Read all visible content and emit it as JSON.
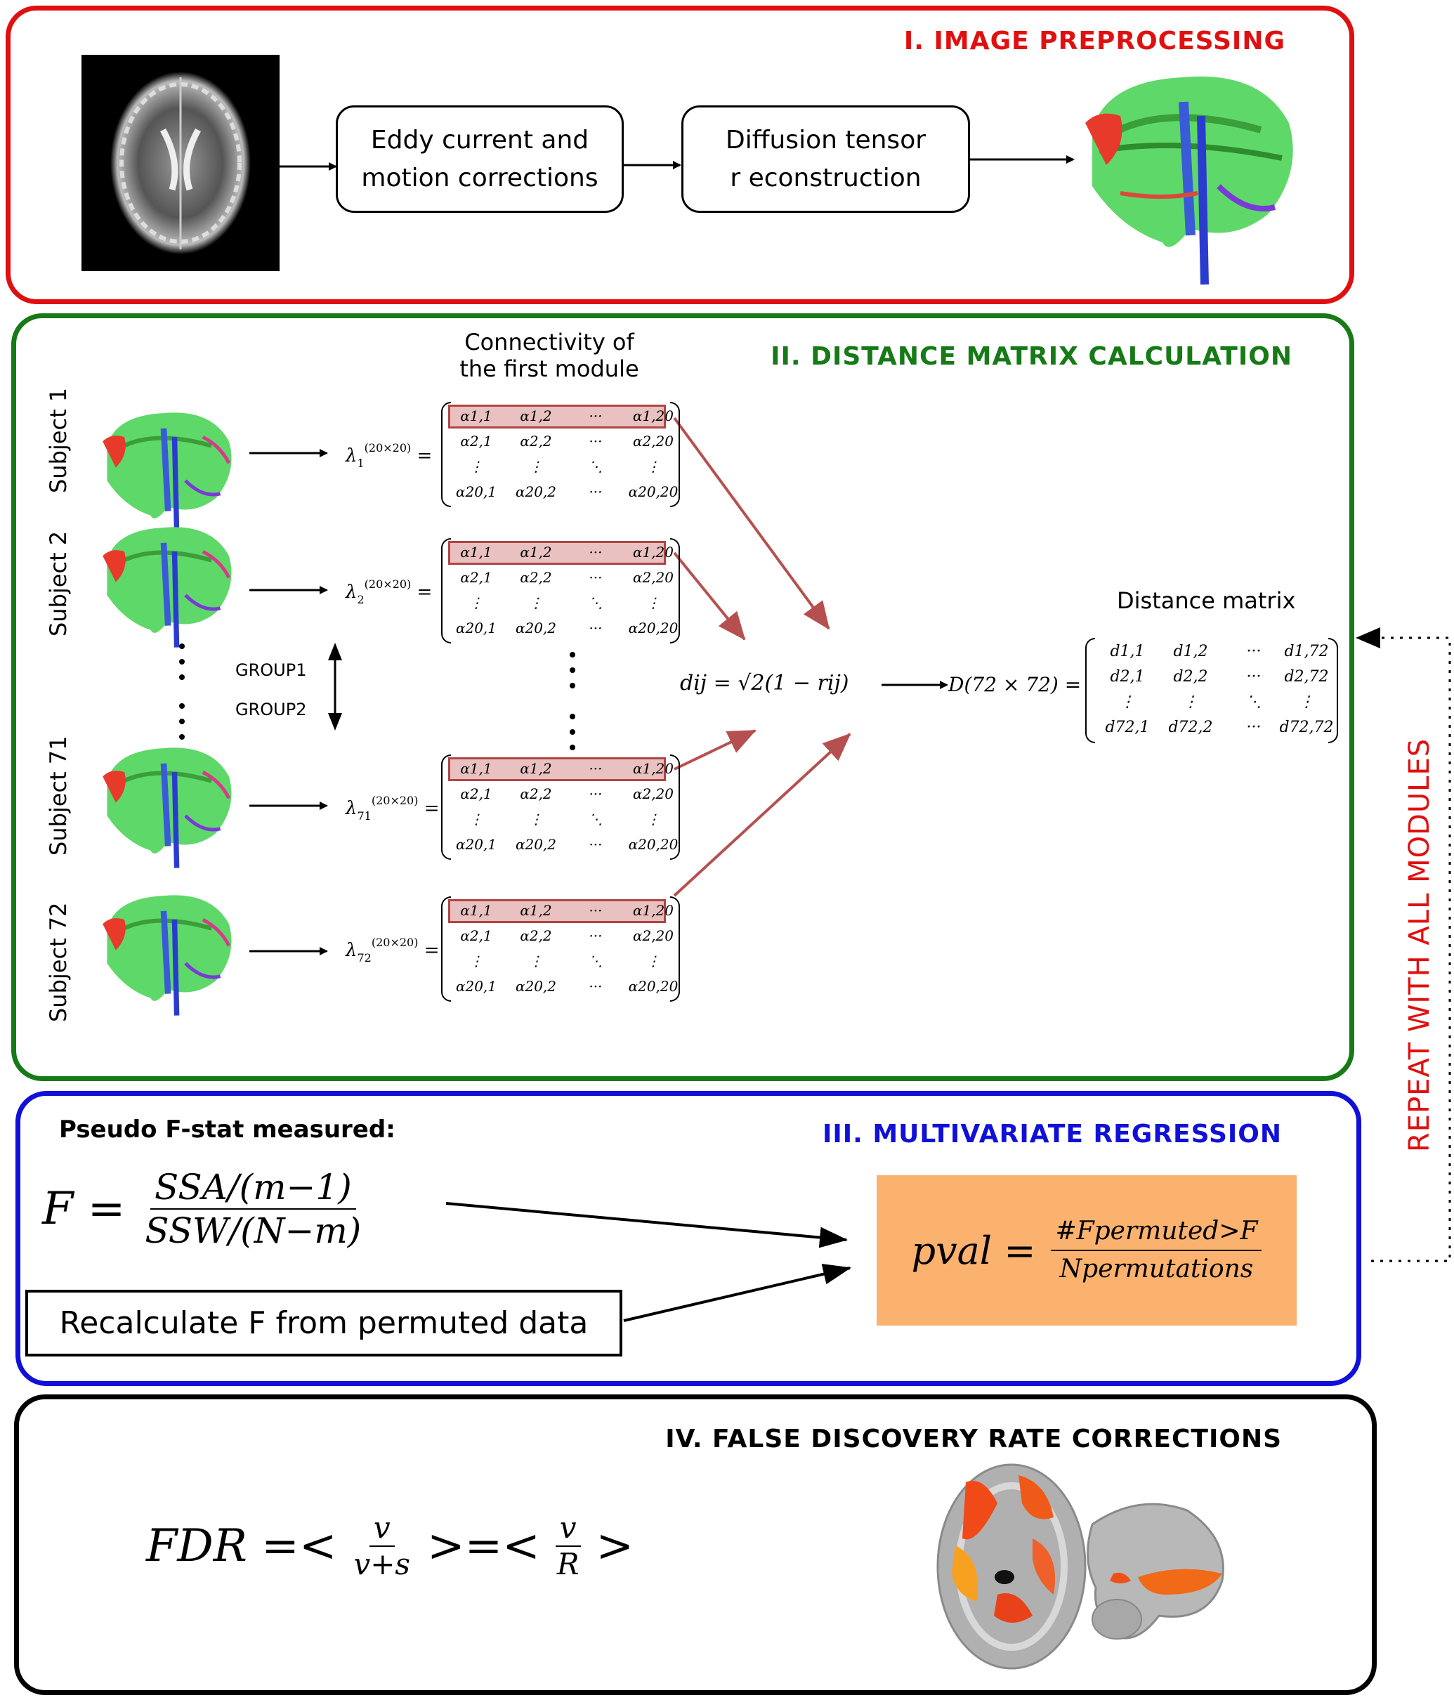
{
  "sections": {
    "preprocessing": {
      "title": "I.  IMAGE PREPROCESSING",
      "color": "#e01010"
    },
    "distance": {
      "title": "II.  DISTANCE MATRIX CALCULATION",
      "color": "#167a16"
    },
    "regression": {
      "title": "III.  MULTIVARIATE REGRESSION",
      "color": "#1010d8"
    },
    "fdr": {
      "title": "IV.  FALSE DISCOVERY RATE CORRECTIONS",
      "color": "#000000"
    }
  },
  "preprocessing": {
    "box1_line1": "Eddy current and",
    "box1_line2": "motion corrections",
    "box2_line1": "Diffusion tensor",
    "box2_line2": "r econstruction"
  },
  "distance": {
    "connectivity_line1": "Connectivity of",
    "connectivity_line2": "the first module",
    "subjects": [
      "Subject 1",
      "Subject 2",
      "Subject 71",
      "Subject 72"
    ],
    "lambda_subscripts": [
      "1",
      "2",
      "71",
      "72"
    ],
    "lambda_superscript": "(20×20)",
    "group1": "GROUP1",
    "group2": "GROUP2",
    "matrix_rows": [
      [
        "α1,1",
        "α1,2",
        "···",
        "α1,20"
      ],
      [
        "α2,1",
        "α2,2",
        "···",
        "α2,20"
      ],
      [
        "⋮",
        "⋮",
        "⋱",
        "⋮"
      ],
      [
        "α20,1",
        "α20,2",
        "···",
        "α20,20"
      ]
    ],
    "dij_formula": "dij = √2(1 − rij)",
    "D_label": "D(72 × 72) =",
    "distance_matrix_label": "Distance matrix",
    "d_rows": [
      [
        "d1,1",
        "d1,2",
        "···",
        "d1,72"
      ],
      [
        "d2,1",
        "d2,2",
        "···",
        "d2,72"
      ],
      [
        "⋮",
        "⋮",
        "⋱",
        "⋮"
      ],
      [
        "d72,1",
        "d72,2",
        "···",
        "d72,72"
      ]
    ],
    "repeat_label": "REPEAT WITH ALL MODULES"
  },
  "regression": {
    "pseudo_label": "Pseudo F-stat measured:",
    "F_lhs": "F =",
    "F_num": "SSA/(m−1)",
    "F_den": "SSW/(N−m)",
    "recalc_label": "Recalculate F from permuted data",
    "pval_lhs": "pval =",
    "pval_num": "#Fpermuted>F",
    "pval_den": "Npermutations",
    "pval_box_color": "#fbb26f"
  },
  "fdr": {
    "lhs": "FDR =<",
    "frac1_num": "v",
    "frac1_den": "v+s",
    "mid": ">=<",
    "frac2_num": "v",
    "frac2_den": "R",
    "rhs": ">"
  }
}
